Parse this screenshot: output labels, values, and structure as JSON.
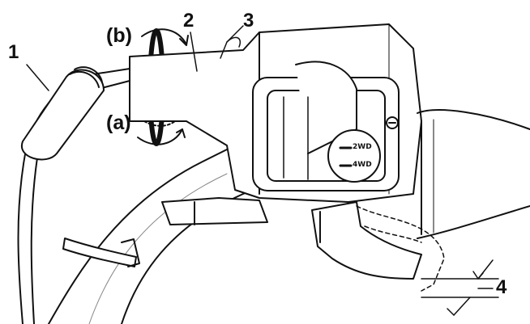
{
  "callouts": {
    "c1": "1",
    "c2": "2",
    "c3": "3",
    "c4": "4",
    "a": "(a)",
    "b": "(b)"
  },
  "reservoir_marks": {
    "upper": "2WD",
    "lower": "4WD"
  },
  "style": {
    "line_color": "#111111",
    "fill_color": "#ffffff"
  }
}
